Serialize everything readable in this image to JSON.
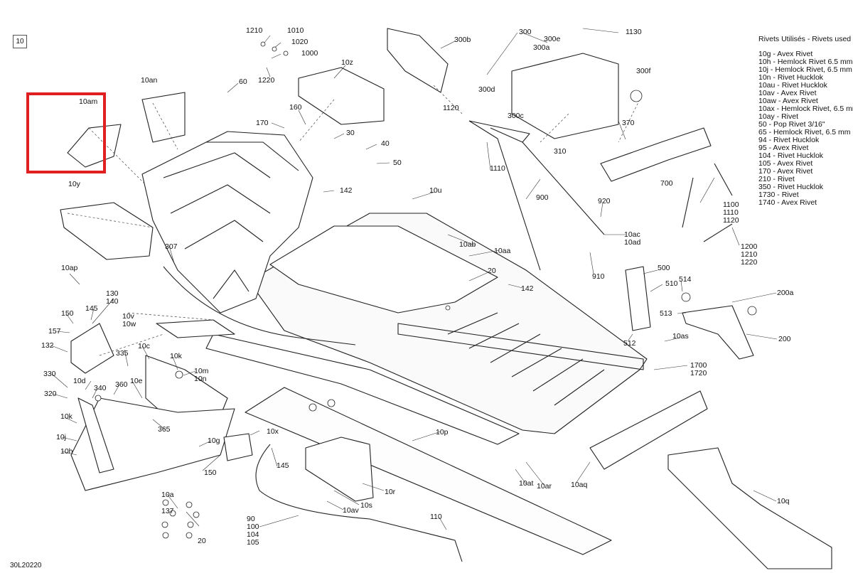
{
  "page_badge": "10",
  "reference_code": "30L20220",
  "highlight_color": "#e02020",
  "legend": {
    "title": "Rivets Utilisés - Rivets used",
    "items": [
      "10g - Avex Rivet",
      "10h - Hemlock Rivet 6.5 mm",
      "10j - Hemlock Rivet, 6.5 mm",
      "10n - Rivet Hucklok",
      "10au - Rivet Hucklok",
      "10av - Avex Rivet",
      "10aw - Avex Rivet",
      "10ax - Hemlock Rivet, 6.5 mm",
      "10ay - Rivet",
      "50 - Pop Rivet 3/16\"",
      "65 - Hemlock Rivet, 6.5 mm",
      "94 - Rivet Hucklok",
      "95 - Avex Rivet",
      "104 - Rivet Hucklok",
      "105 - Avex Rivet",
      "170 - Avex Rivet",
      "210 - Rivet",
      "350 - Rivet Hucklok",
      "1730 - Rivet",
      "1740 - Avex Rivet"
    ]
  },
  "callouts": {
    "c1210": "1210",
    "c1010": "1010",
    "c1020": "1020",
    "c1000": "1000",
    "c1220": "1220",
    "c60": "60",
    "c10z": "10z",
    "c300b": "300b",
    "c300": "300",
    "c300e": "300e",
    "c1130": "1130",
    "c300a": "300a",
    "c300f": "300f",
    "c300d": "300d",
    "c300c": "300c",
    "c1120": "1120",
    "c370": "370",
    "c310": "310",
    "c10an": "10an",
    "c10am": "10am",
    "c160": "160",
    "c170": "170",
    "c30": "30",
    "c40": "40",
    "c50": "50",
    "c1110": "1110",
    "c700": "700",
    "c10y": "10y",
    "c142a": "142",
    "c10u": "10u",
    "c900": "900",
    "c920": "920",
    "c1100": "1100\n1110\n1120",
    "c307": "307",
    "c10ab": "10ab",
    "c10aa": "10aa",
    "c10ac": "10ac\n10ad",
    "c1200": "1200\n1210\n1220",
    "c910": "910",
    "c10ap": "10ap",
    "c20a": "20",
    "c500": "500",
    "c142b": "142",
    "c510": "510",
    "c514": "514",
    "c200a": "200a",
    "c513": "513",
    "c130": "130\n140",
    "c150a": "150",
    "c145a": "145",
    "c10v": "10v\n10w",
    "c157": "157",
    "c200": "200",
    "c512": "512",
    "c10as": "10as",
    "c132": "132",
    "c335": "335",
    "c10c": "10c",
    "c10k1": "10k",
    "c1700": "1700\n1720",
    "c330": "330",
    "c10d": "10d",
    "c340": "340",
    "c360": "360",
    "c10e": "10e",
    "c10m": "10m\n10n",
    "c320": "320",
    "c10k2": "10k",
    "c10j": "10j",
    "c365": "365",
    "c10x": "10x",
    "c10p": "10p",
    "c10g": "10g",
    "c10h": "10h",
    "c150b": "150",
    "c145b": "145",
    "c10at": "10at",
    "c10ar": "10ar",
    "c10aq": "10aq",
    "c10q": "10q",
    "c10r": "10r",
    "c10a": "10a",
    "c137": "137",
    "c10s": "10s",
    "c10av": "10av",
    "c110": "110",
    "c20b": "20",
    "c90": "90\n100\n104\n105"
  }
}
